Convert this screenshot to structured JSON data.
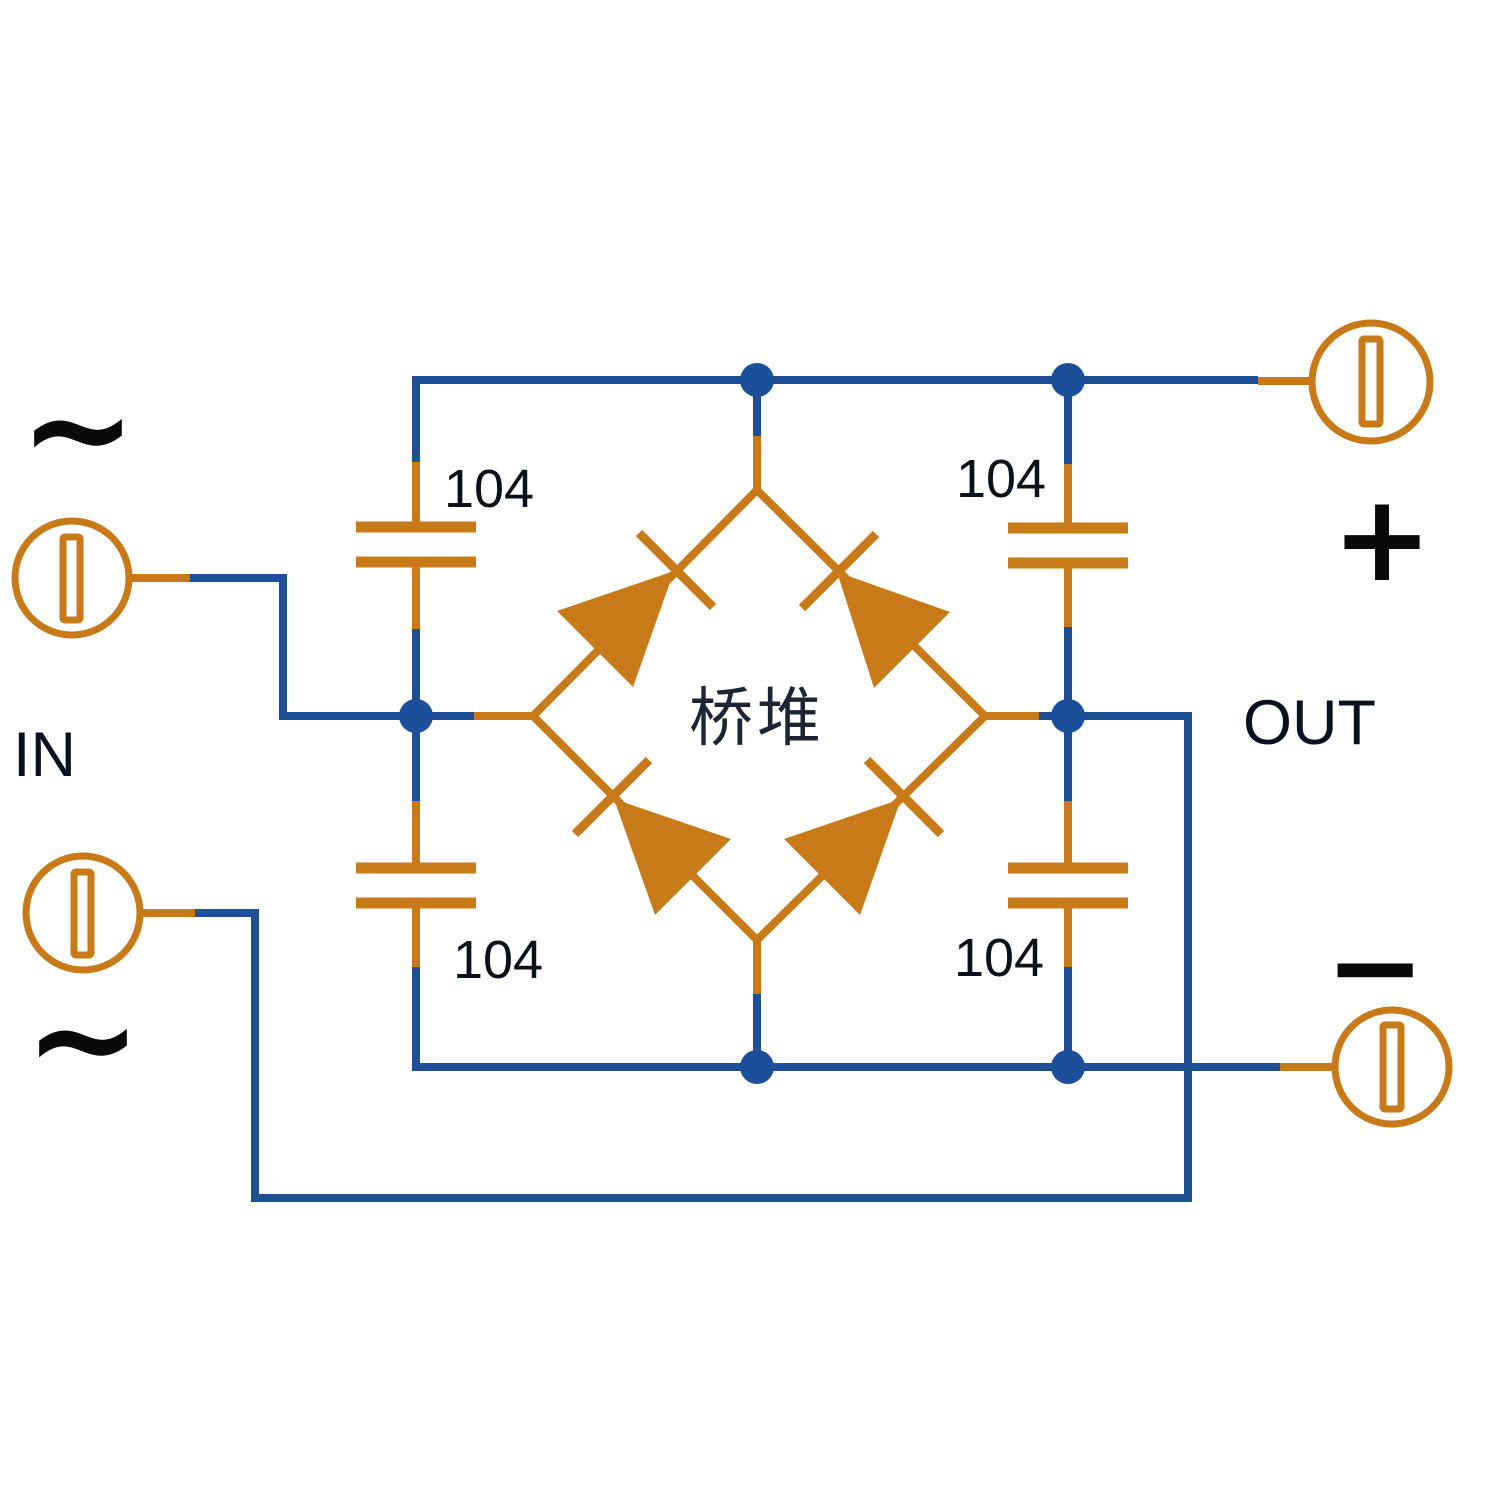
{
  "labels": {
    "input": "IN",
    "output": "OUT",
    "positive": "+",
    "negative": "−",
    "ac_top": "~",
    "ac_bottom": "~",
    "bridge": "桥堆"
  },
  "capacitors": [
    {
      "id": "top-left",
      "value": "104"
    },
    {
      "id": "top-right",
      "value": "104"
    },
    {
      "id": "bottom-left",
      "value": "104"
    },
    {
      "id": "bottom-right",
      "value": "104"
    }
  ],
  "colors": {
    "wire_blue": "#1F5096",
    "junction_blue": "#1B4F9A",
    "component_orange": "#C87A18",
    "label_dark": "#0C1018",
    "background": "#FFFFFF"
  }
}
